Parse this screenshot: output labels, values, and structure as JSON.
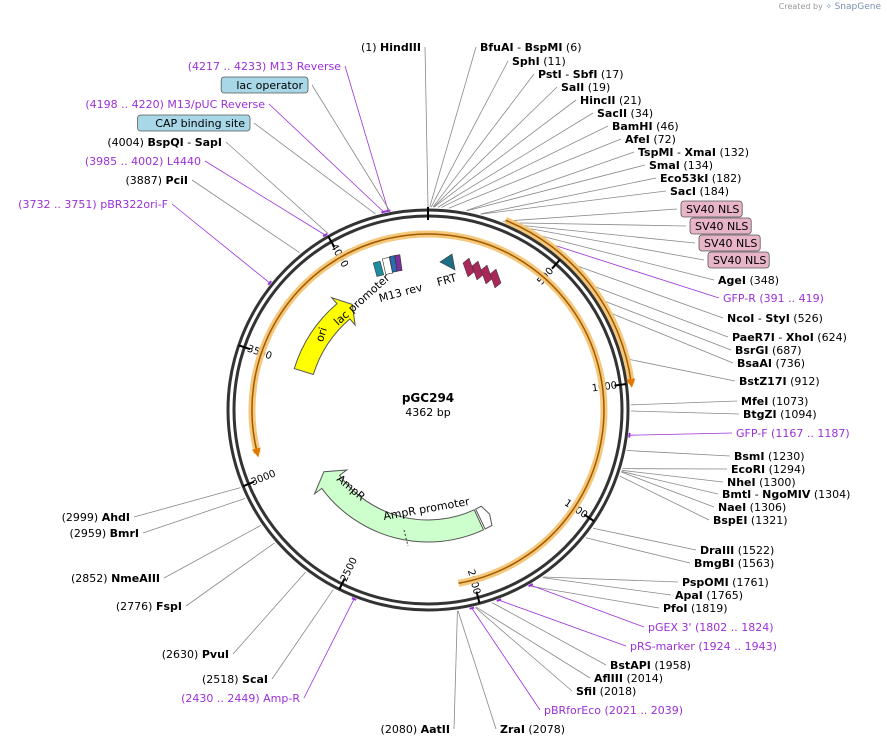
{
  "credit": {
    "prefix": "Created by",
    "brand": "SnapGene"
  },
  "plasmid": {
    "name": "pGC294",
    "length_label": "4362 bp",
    "length": 4362
  },
  "ticks": [
    "500",
    "1000",
    "1500",
    "2000",
    "2500",
    "3000",
    "3500",
    "4000"
  ],
  "colors": {
    "primer": "#9b30d9",
    "ori": "#ffff00",
    "ampr": "#ccffcc",
    "gfp": "#ffb84d",
    "sv40": "#e8b4c8",
    "lacop": "#a8d8e8"
  },
  "features": {
    "frt": "FRT",
    "m13rev": "M13 rev",
    "lacpromoter": "lac promoter",
    "ori": "ori",
    "ampr": "AmpR",
    "amprpromoter": "AmpR promoter"
  },
  "left_labels": [
    {
      "pos": "(1)",
      "name": "HindIII"
    },
    {
      "range": "(4217 .. 4233)",
      "name": "M13 Reverse",
      "primer": true
    },
    {
      "box": "lac operator"
    },
    {
      "range": "(4198 .. 4220)",
      "name": "M13/pUC Reverse",
      "primer": true
    },
    {
      "box": "CAP binding site"
    },
    {
      "pos": "(4004)",
      "name": "BspQI",
      "alt": "SapI"
    },
    {
      "range": "(3985 .. 4002)",
      "name": "L4440",
      "primer": true
    },
    {
      "pos": "(3887)",
      "name": "PciI"
    },
    {
      "range": "(3732 .. 3751)",
      "name": "pBR322ori-F",
      "primer": true
    },
    {
      "pos": "(2999)",
      "name": "AhdI"
    },
    {
      "pos": "(2959)",
      "name": "BmrI"
    },
    {
      "pos": "(2852)",
      "name": "NmeAIII"
    },
    {
      "pos": "(2776)",
      "name": "FspI"
    },
    {
      "pos": "(2630)",
      "name": "PvuI"
    },
    {
      "pos": "(2518)",
      "name": "ScaI"
    },
    {
      "range": "(2430 .. 2449)",
      "name": "Amp-R",
      "primer": true
    },
    {
      "pos": "(2080)",
      "name": "AatII"
    }
  ],
  "right_labels": [
    {
      "name": "BfuAI",
      "alt": "BspMI",
      "pos": "(6)"
    },
    {
      "name": "SphI",
      "pos": "(11)"
    },
    {
      "name": "PstI",
      "alt": "SbfI",
      "pos": "(17)"
    },
    {
      "name": "SalI",
      "pos": "(19)"
    },
    {
      "name": "HincII",
      "pos": "(21)"
    },
    {
      "name": "SacII",
      "pos": "(34)"
    },
    {
      "name": "BamHI",
      "pos": "(46)"
    },
    {
      "name": "AfeI",
      "pos": "(72)"
    },
    {
      "name": "TspMI",
      "alt": "XmaI",
      "pos": "(132)"
    },
    {
      "name": "SmaI",
      "pos": "(134)"
    },
    {
      "name": "Eco53kI",
      "pos": "(182)"
    },
    {
      "name": "SacI",
      "pos": "(184)"
    },
    {
      "box": "SV40 NLS"
    },
    {
      "box": "SV40 NLS"
    },
    {
      "box": "SV40 NLS"
    },
    {
      "box": "SV40 NLS"
    },
    {
      "name": "AgeI",
      "pos": "(348)"
    },
    {
      "name": "GFP-R",
      "range": "(391 .. 419)",
      "primer": true
    },
    {
      "name": "NcoI",
      "alt": "StyI",
      "pos": "(526)"
    },
    {
      "name": "PaeR7I",
      "alt": "XhoI",
      "pos": "(624)"
    },
    {
      "name": "BsrGI",
      "pos": "(687)"
    },
    {
      "name": "BsaAI",
      "pos": "(736)"
    },
    {
      "name": "BstZ17I",
      "pos": "(912)"
    },
    {
      "name": "MfeI",
      "pos": "(1073)"
    },
    {
      "name": "BtgZI",
      "pos": "(1094)"
    },
    {
      "name": "GFP-F",
      "range": "(1167 .. 1187)",
      "primer": true
    },
    {
      "name": "BsmI",
      "pos": "(1230)"
    },
    {
      "name": "EcoRI",
      "pos": "(1294)"
    },
    {
      "name": "NheI",
      "pos": "(1300)"
    },
    {
      "name": "BmtI",
      "alt": "NgoMIV",
      "pos": "(1304)"
    },
    {
      "name": "NaeI",
      "pos": "(1306)"
    },
    {
      "name": "BspEI",
      "pos": "(1321)"
    },
    {
      "name": "DraIII",
      "pos": "(1522)"
    },
    {
      "name": "BmgBI",
      "pos": "(1563)"
    },
    {
      "name": "PspOMI",
      "pos": "(1761)"
    },
    {
      "name": "ApaI",
      "pos": "(1765)"
    },
    {
      "name": "PfoI",
      "pos": "(1819)"
    },
    {
      "name": "pGEX 3'",
      "range": "(1802 .. 1824)",
      "primer": true
    },
    {
      "name": "pRS-marker",
      "range": "(1924 .. 1943)",
      "primer": true
    },
    {
      "name": "BstAPI",
      "pos": "(1958)"
    },
    {
      "name": "AflIII",
      "pos": "(2014)"
    },
    {
      "name": "SfiI",
      "pos": "(2018)"
    },
    {
      "name": "pBRforEco",
      "range": "(2021 .. 2039)",
      "primer": true
    },
    {
      "name": "ZraI",
      "pos": "(2078)"
    }
  ]
}
